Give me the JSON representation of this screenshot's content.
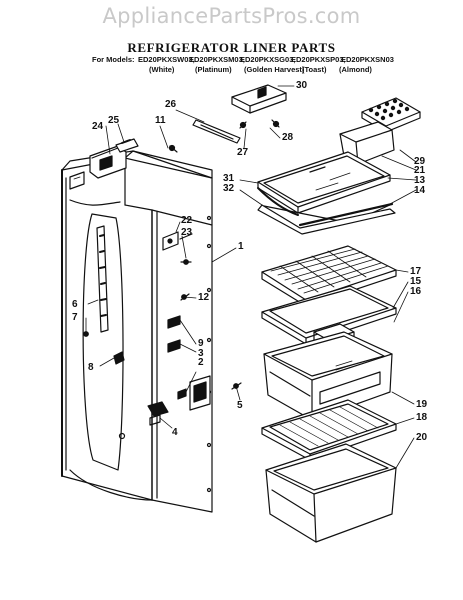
{
  "watermark": "AppliancePartsPros.com",
  "title": "REFRIGERATOR LINER PARTS",
  "models_label": "For Models:",
  "models": [
    {
      "code": "ED20PKXSW03,",
      "color": "(White)"
    },
    {
      "code": "ED20PKXSM03,",
      "color": "(Platinum)"
    },
    {
      "code": "ED20PKXSG03,",
      "color": "(Golden Harvest)"
    },
    {
      "code": "ED20PKXSP03,",
      "color": "(Toast)"
    },
    {
      "code": "ED20PKXSN03",
      "color": "(Almond)"
    }
  ],
  "part_numbers": [
    "30",
    "26",
    "11",
    "24",
    "25",
    "28",
    "27",
    "29",
    "21",
    "13",
    "14",
    "31",
    "32",
    "22",
    "23",
    "1",
    "17",
    "15",
    "16",
    "12",
    "6",
    "7",
    "9",
    "3",
    "2",
    "8",
    "5",
    "4",
    "19",
    "18",
    "20"
  ],
  "footnotes": {
    "left": "",
    "right": ""
  }
}
